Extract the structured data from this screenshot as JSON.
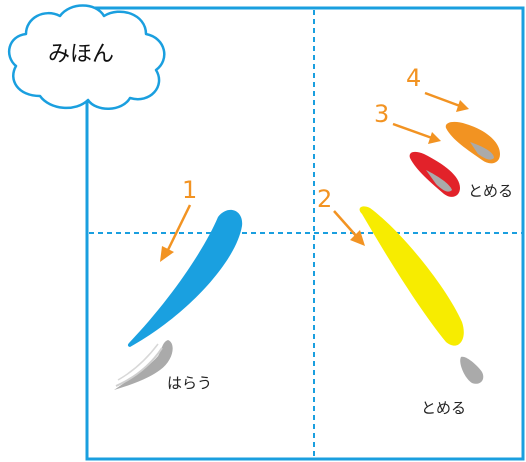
{
  "badge": {
    "text": "みほん"
  },
  "strokes": [
    {
      "order": "1",
      "technique": "はらう",
      "color": "#1aa0e0"
    },
    {
      "order": "2",
      "technique": "とめる",
      "color": "#f7ec00"
    },
    {
      "order": "3",
      "technique": "",
      "color": "#e2222a"
    },
    {
      "order": "4",
      "technique": "",
      "color": "#f29322"
    }
  ],
  "dot_group_label": "とめる",
  "colors": {
    "grid_border": "#1a9fdf",
    "guide_dashes": "#1a9fdf",
    "arrows": "#f29322",
    "stroke_end_gray": "#aaaaaa"
  }
}
